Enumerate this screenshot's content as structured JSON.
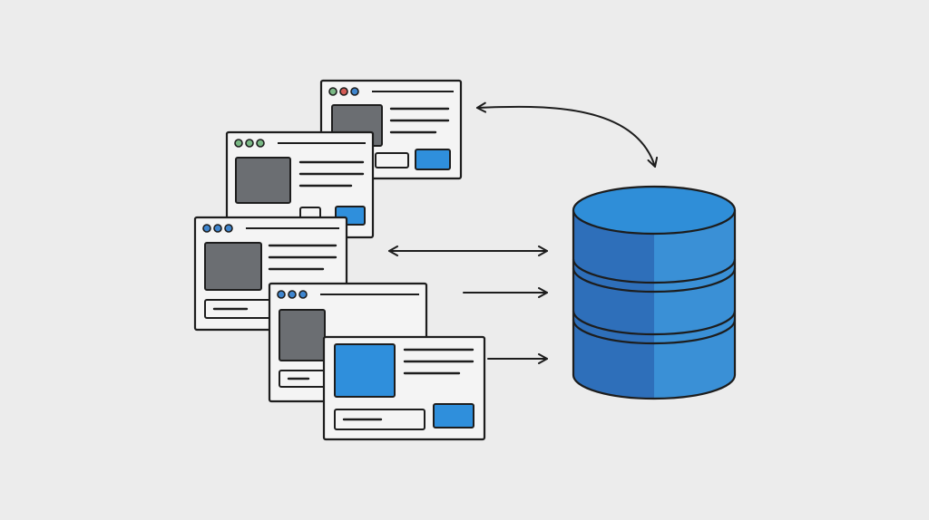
{
  "colors": {
    "background": "#ececec",
    "outline": "#1d1d1d",
    "window_fill": "#f4f4f4",
    "image_gray": "#6b6e72",
    "button_blue": "#2f8fdc",
    "db_top": "#2f8ed8",
    "db_left": "#2e6fba",
    "db_right": "#3a90d6",
    "dot_green": "#7ab985",
    "dot_red": "#d45b55",
    "dot_blue": "#3f86cf"
  },
  "icons": {
    "window": "browser-window-icon",
    "database": "database-cylinder-icon",
    "arrow": "arrow-icon"
  },
  "windows": [
    {
      "id": "window-1",
      "dots": [
        "dot_green",
        "dot_red",
        "dot_blue"
      ],
      "image_color": "image_gray",
      "has_button": true
    },
    {
      "id": "window-2",
      "dots": [
        "dot_green",
        "dot_green",
        "dot_green"
      ],
      "image_color": "image_gray",
      "has_button": true
    },
    {
      "id": "window-3",
      "dots": [
        "dot_blue",
        "dot_blue",
        "dot_blue"
      ],
      "image_color": "image_gray",
      "has_button": false
    },
    {
      "id": "window-4",
      "dots": [
        "dot_blue",
        "dot_blue",
        "dot_blue"
      ],
      "image_color": "image_gray",
      "has_button": false
    },
    {
      "id": "window-5",
      "dots": [],
      "image_color": "button_blue",
      "has_button": true
    }
  ],
  "connections": [
    {
      "id": "curved-two-way",
      "style": "curved"
    },
    {
      "id": "window-3-database",
      "style": "double-headed"
    },
    {
      "id": "window-4-database",
      "style": "single-headed"
    },
    {
      "id": "window-5-database",
      "style": "single-headed"
    }
  ]
}
